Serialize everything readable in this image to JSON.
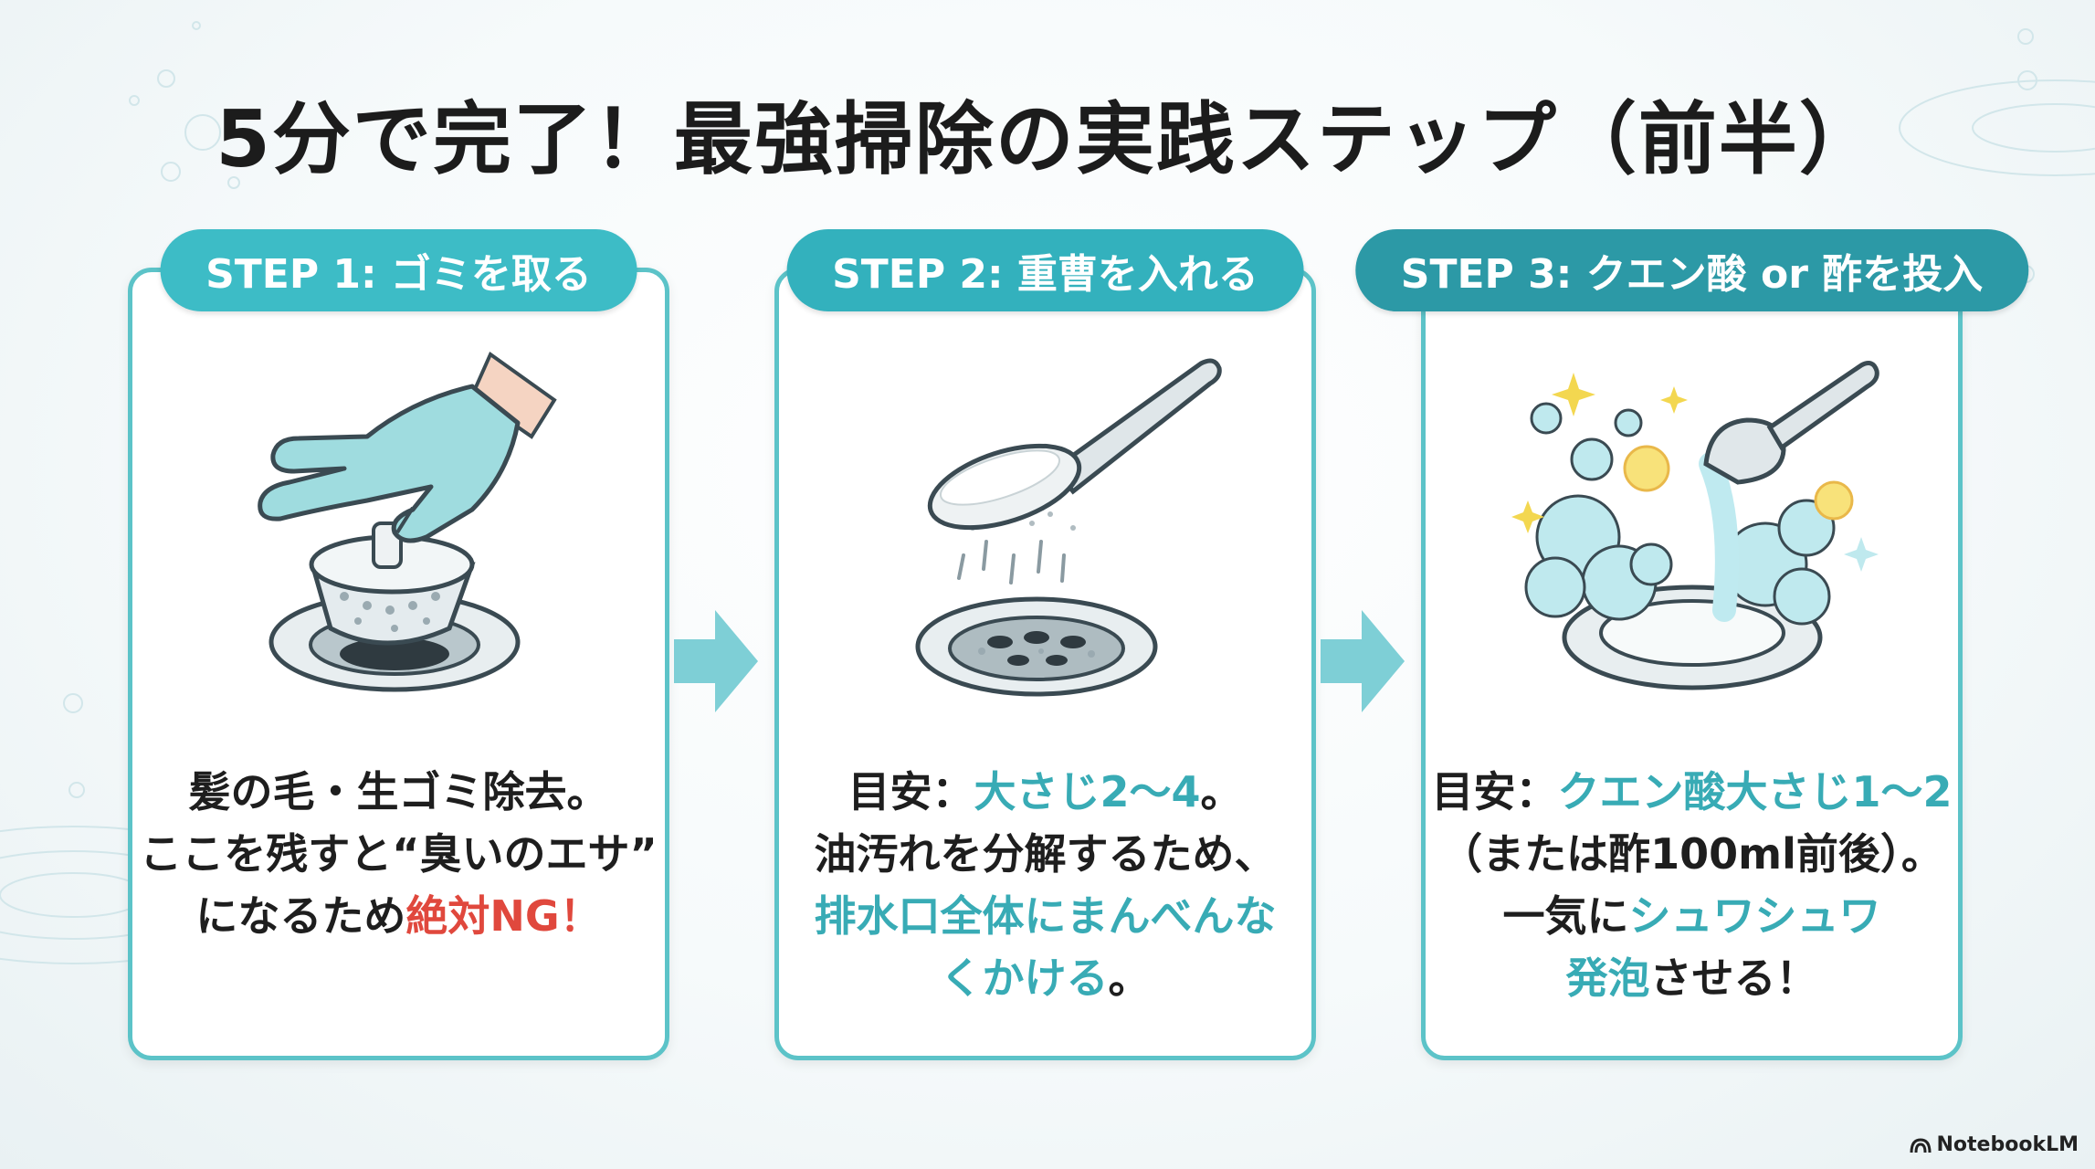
{
  "title": "5分で完了！最強掃除の実践ステップ（前半）",
  "colors": {
    "card_border": "#5cc3c8",
    "header_1": "#3dbcc6",
    "header_2": "#33b1bd",
    "header_3": "#2c99a6",
    "highlight": "#38abb5",
    "warning": "#e0483d",
    "arrow": "#67c7cf"
  },
  "steps": [
    {
      "header": "STEP 1: ゴミを取る",
      "icon": "gloved-hand-removing-drain-basket",
      "lines": [
        [
          {
            "text": "髪の毛・生ゴミ除去。"
          }
        ],
        [
          {
            "text": "ここを残すと“臭いのエサ”"
          }
        ],
        [
          {
            "text": "になるため"
          },
          {
            "text": "絶対NG！",
            "style": "ng"
          }
        ]
      ]
    },
    {
      "header": "STEP 2: 重曹を入れる",
      "icon": "spoon-sprinkling-baking-soda",
      "lines": [
        [
          {
            "text": "目安："
          },
          {
            "text": "大さじ2〜4",
            "style": "hl"
          },
          {
            "text": "。"
          }
        ],
        [
          {
            "text": "油汚れを分解するため、"
          }
        ],
        [
          {
            "text": "排水口全体にまんべんな",
            "style": "hl"
          }
        ],
        [
          {
            "text": "くかける",
            "style": "hl"
          },
          {
            "text": "。"
          }
        ]
      ]
    },
    {
      "header": "STEP 3: クエン酸 or 酢を投入",
      "icon": "measuring-cup-pouring-foaming-drain",
      "lines": [
        [
          {
            "text": "目安："
          },
          {
            "text": "クエン酸大さじ1〜2",
            "style": "hl"
          }
        ],
        [
          {
            "text": "（または酢100ml前後）。"
          }
        ],
        [
          {
            "text": "一気に"
          },
          {
            "text": "シュワシュワ",
            "style": "hl"
          }
        ],
        [
          {
            "text": "発泡",
            "style": "hl"
          },
          {
            "text": "させる！"
          }
        ]
      ]
    }
  ],
  "brand": "NotebookLM"
}
